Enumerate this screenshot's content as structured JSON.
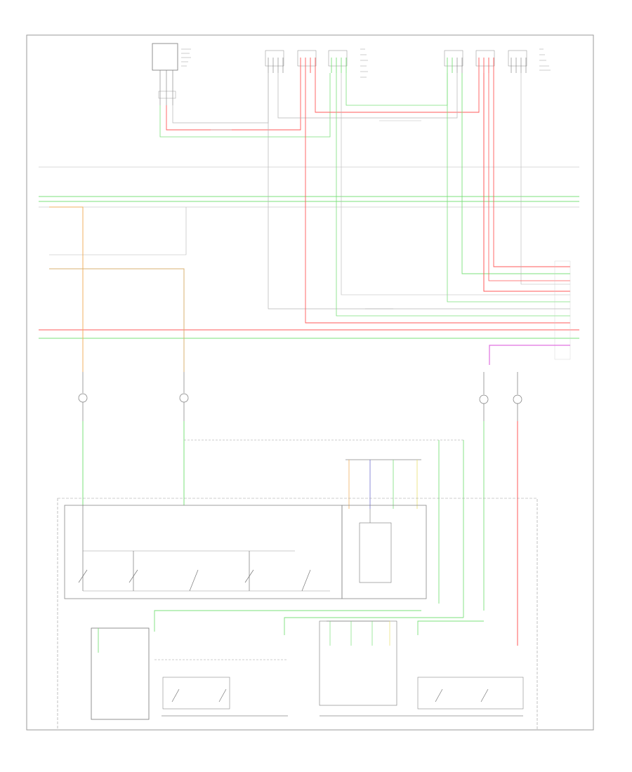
{
  "diagram": {
    "title": "",
    "footer_code": "",
    "colors": {
      "frame": "#9a9a9a",
      "wire_red": "#ff5a5a",
      "wire_green": "#7be07b",
      "wire_gray": "#b5b5b5",
      "wire_orange": "#f0b060",
      "wire_tan": "#d8b070",
      "wire_magenta": "#e070e0",
      "wire_blue": "#7070d0",
      "wire_yellow": "#e8e070",
      "component": "#777777",
      "ground_text": "#888888"
    },
    "connectors_top": [
      {
        "id": "connector-a"
      },
      {
        "id": "connector-b"
      },
      {
        "id": "connector-c"
      },
      {
        "id": "connector-d"
      },
      {
        "id": "connector-e"
      },
      {
        "id": "connector-f"
      }
    ],
    "bulbs": [
      {
        "id": "bulb-1"
      },
      {
        "id": "bulb-2"
      },
      {
        "id": "bulb-3"
      },
      {
        "id": "bulb-4"
      }
    ]
  }
}
